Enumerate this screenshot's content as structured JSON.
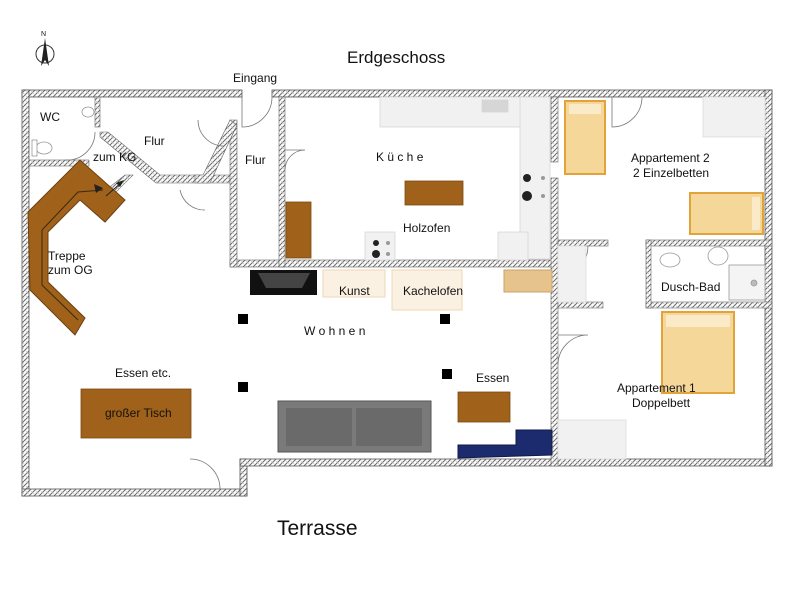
{
  "plan": {
    "title": "Erdgeschoss",
    "terrace": "Terrasse"
  },
  "rooms": {
    "wc": "WC",
    "flur_left": "Flur",
    "flur_right": "Flur",
    "eingang": "Eingang",
    "kueche": "K ü c h e",
    "holzofen": "Holzofen",
    "treppe_line1": "Treppe",
    "treppe_line2": "zum OG",
    "zum_kg": "zum KG",
    "wohnen": "W o h n e n",
    "kunst": "Kunst",
    "kachelofen": "Kachelofen",
    "essen_etc": "Essen  etc.",
    "grosser_tisch": "großer Tisch",
    "essen": "Essen",
    "app2_line1": "Appartement 2",
    "app2_line2": "2 Einzelbetten",
    "dusch_bad": "Dusch-Bad",
    "app1_line1": "Appartement 1",
    "app1_line2": "Doppelbett"
  },
  "compass": {
    "north_icon": "north-arrow-icon"
  },
  "colors": {
    "wall": "#8a8a8a",
    "furniture_brown": "#a0611a",
    "bed": "#f6d79a",
    "bed_border": "#e2a43a",
    "sofa": "#7a7a7a",
    "navy_sofa": "#1c2a6e"
  }
}
